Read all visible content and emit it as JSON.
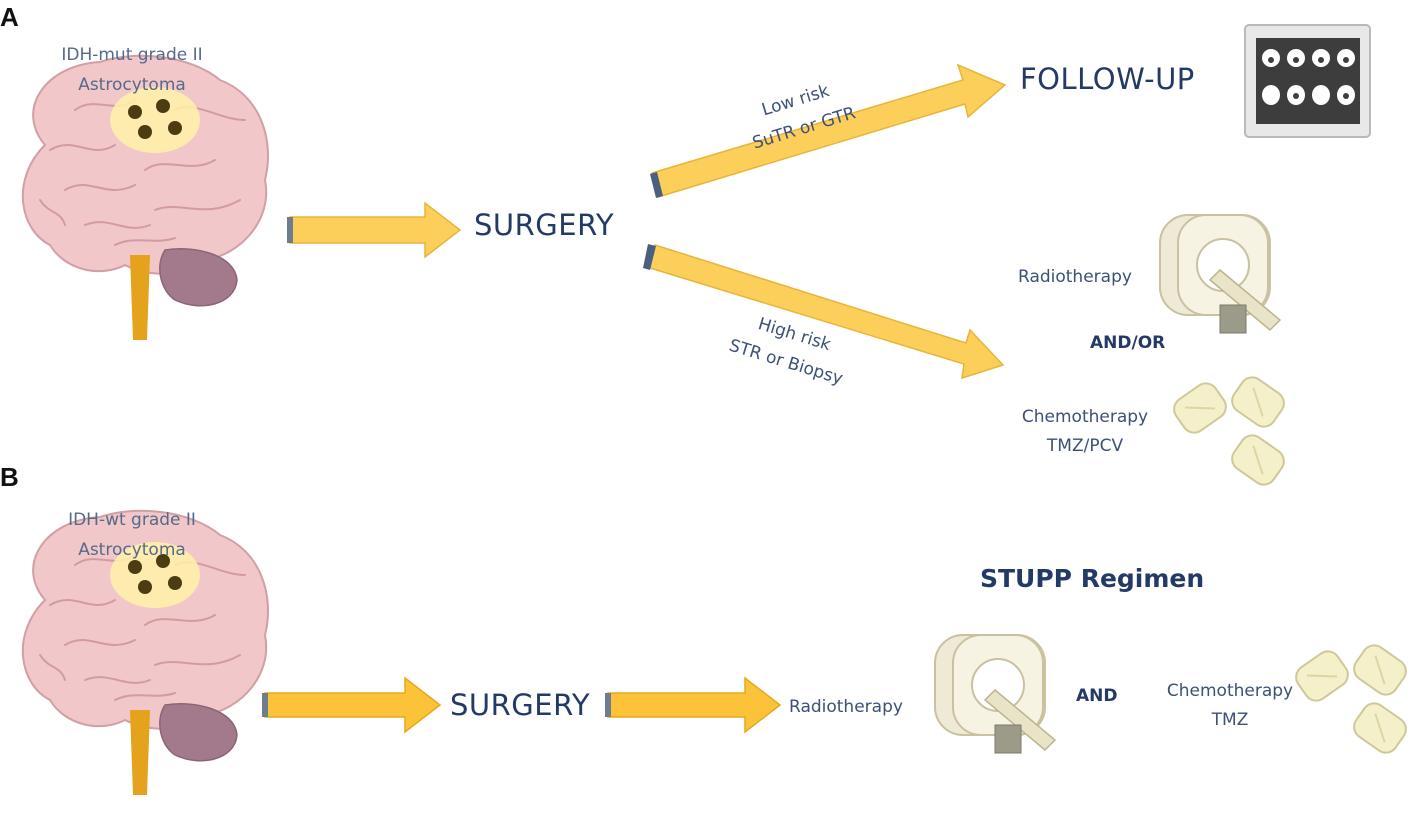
{
  "panel_a": {
    "letter": "A",
    "tumor_label_line1": "IDH-mut grade II",
    "tumor_label_line2": "Astrocytoma",
    "surgery": "SURGERY",
    "low_risk_line1": "Low risk",
    "low_risk_line2": "SuTR or GTR",
    "follow_up": "FOLLOW-UP",
    "high_risk_line1": "High risk",
    "high_risk_line2": "STR or Biopsy",
    "radiotherapy": "Radiotherapy",
    "and_or": "AND/OR",
    "chemo_line1": "Chemotherapy",
    "chemo_line2": "TMZ/PCV"
  },
  "panel_b": {
    "letter": "B",
    "tumor_label_line1": "IDH-wt grade II",
    "tumor_label_line2": "Astrocytoma",
    "surgery": "SURGERY",
    "radiotherapy": "Radiotherapy",
    "stupp": "STUPP Regimen",
    "and": "AND",
    "chemo_line1": "Chemotherapy",
    "chemo_line2": "TMZ"
  },
  "icons": {
    "brain": "brain-with-tumor-icon",
    "mri_viewer": "mri-scan-viewer-icon",
    "radiotherapy_machine": "radiotherapy-machine-icon",
    "pills": "chemotherapy-pills-icon"
  },
  "colors": {
    "arrow": "#fccf5a",
    "arrow_outline": "#e7b53a",
    "brain": "#f2c7c9",
    "text": "#243a66"
  }
}
